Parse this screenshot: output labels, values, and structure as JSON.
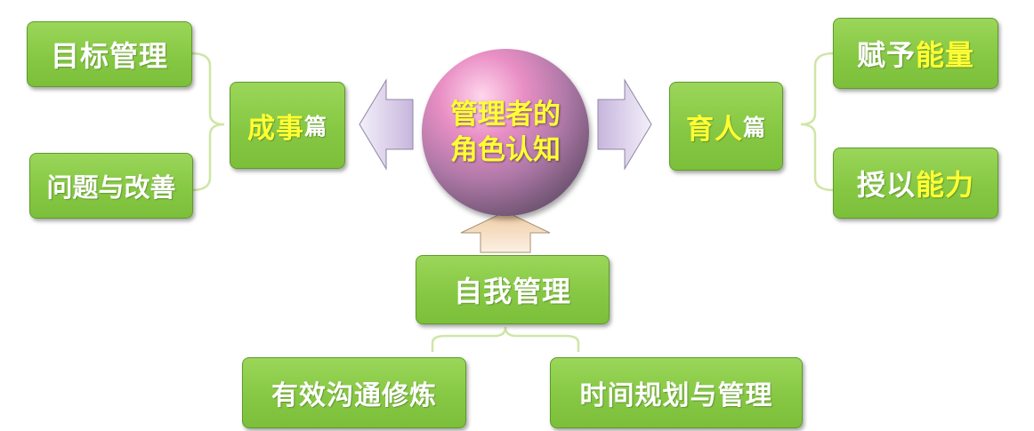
{
  "center": {
    "line1": "管理者的",
    "line2": "角色认知"
  },
  "left": {
    "category_prefix": "成事",
    "category_suffix": "篇",
    "items": [
      "目标管理",
      "问题与改善"
    ]
  },
  "right": {
    "category_prefix": "育人",
    "category_suffix": "篇",
    "items": [
      {
        "prefix": "赋予",
        "highlight": "能量"
      },
      {
        "prefix": "授以",
        "highlight": "能力"
      }
    ]
  },
  "bottom": {
    "category": "自我管理",
    "items": [
      "有效沟通修炼",
      "时间规划与管理"
    ]
  },
  "colors": {
    "box_fill": "#86c843",
    "highlight_text": "#ffff33",
    "side_arrow": "#d6c8e6",
    "bottom_arrow": "#f4d9b8",
    "bracket": "#cfe6a6"
  }
}
